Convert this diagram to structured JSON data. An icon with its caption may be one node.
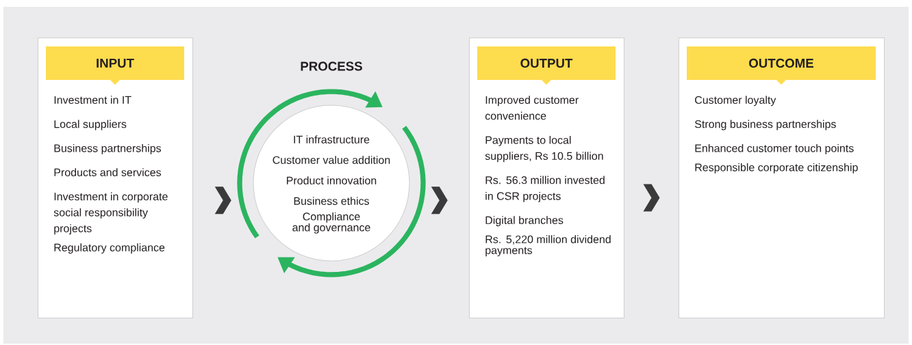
{
  "diagram": {
    "nodes": [
      {
        "text": [
          "INPUT",
          "Investment in IT",
          "Local suppliers",
          "Business partnerships",
          "Products and services",
          "Investment in corporate social responsibility projects",
          "Regulatory compliance"
        ]
      },
      {
        "text": [
          "PROCESS",
          "IT infrastructure",
          "Customer value addition",
          "Product innovation",
          "Business ethics",
          "Compliance and governance"
        ]
      },
      {
        "text": [
          "OUTPUT",
          "Improved customer convenience",
          "Payments to local suppliers, Rs 10.5 billion",
          "Rs. 56.3 million invested in CSR projects",
          "Digital branches",
          "Rs. 5,220 million dividend payments"
        ]
      },
      {
        "text": [
          "OUTCOME",
          "Customer loyalty",
          "Strong business partnerships",
          "Enhanced customer touch points",
          "Responsible corporate citizenship"
        ]
      }
    ],
    "edges": [
      {
        "from": 0,
        "to": 1,
        "arrow": "to"
      },
      {
        "from": 1,
        "to": 2,
        "arrow": "to"
      },
      {
        "from": 2,
        "to": 3,
        "arrow": "to"
      }
    ]
  }
}
